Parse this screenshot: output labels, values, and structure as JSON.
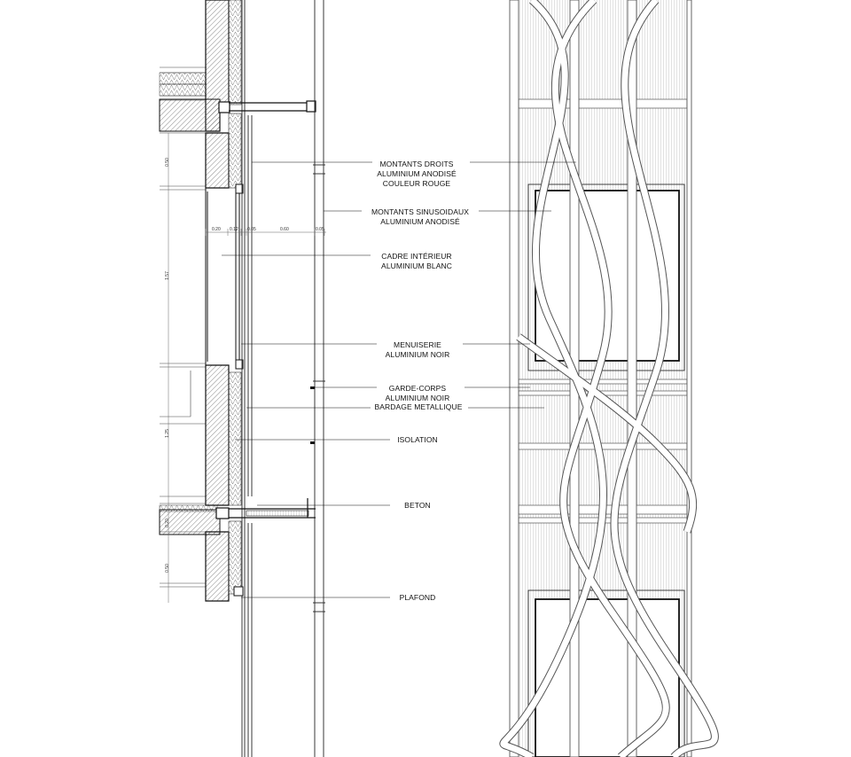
{
  "labels": {
    "montants_droits": [
      "MONTANTS DROITS",
      "ALUMINIUM ANODISÉ",
      "COULEUR ROUGE"
    ],
    "montants_sinusoidaux": [
      "MONTANTS SINUSOIDAUX",
      "ALUMINIUM ANODISÉ"
    ],
    "cadre_interieur": [
      "CADRE INTÉRIEUR",
      "ALUMINIUM BLANC"
    ],
    "menuiserie": [
      "MENUISERIE",
      "ALUMINIUM NOIR"
    ],
    "garde_corps": [
      "GARDE-CORPS",
      "ALUMINIUM NOIR"
    ],
    "bardage": "BARDAGE METALLIQUE",
    "isolation": "ISOLATION",
    "beton": "BETON",
    "plafond": "PLAFOND"
  },
  "dimensions": {
    "horizontal": [
      "0.20",
      "0.12",
      "0.05",
      "0.60",
      "0.05"
    ],
    "vertical": [
      "0.50",
      "1.57",
      "1.25",
      "0.20",
      "0.50"
    ]
  }
}
